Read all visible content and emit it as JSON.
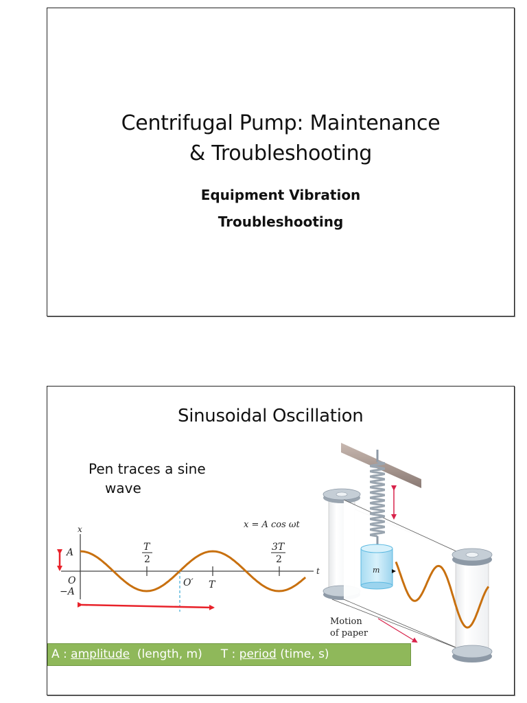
{
  "slides": [
    {
      "title_line1": "Centrifugal Pump: Maintenance",
      "title_line2": "& Troubleshooting",
      "subtitle_line1": "Equipment Vibration",
      "subtitle_line2": "Troubleshooting"
    },
    {
      "title": "Sinusoidal Oscillation",
      "caption_line1": "Pen traces a sine",
      "caption_line2": "wave",
      "graph": {
        "equation": "x = A cos ωt",
        "y_axis_label": "x",
        "x_axis_label": "t",
        "label_A": "A",
        "label_minus_A": "−A",
        "label_origin": "O",
        "label_origin_prime": "O′",
        "tick_half_period_num": "T",
        "tick_half_period_den": "2",
        "tick_period": "T",
        "tick_three_half_num": "3T",
        "tick_three_half_den": "2"
      },
      "apparatus": {
        "mass_label": "m",
        "motion_label_line1": "Motion",
        "motion_label_line2": "of paper"
      },
      "legend_bar": {
        "a_prefix": "A : ",
        "a_term": "amplitude",
        "a_suffix": "  (length, m)     ",
        "t_prefix": "T : ",
        "t_term": "period",
        "t_suffix": " (time, s)"
      },
      "colors": {
        "wave": "#c8700f",
        "arrow": "#e8222a",
        "legend_bg": "#8fb85a",
        "dashed": "#4ab0d8"
      }
    }
  ]
}
